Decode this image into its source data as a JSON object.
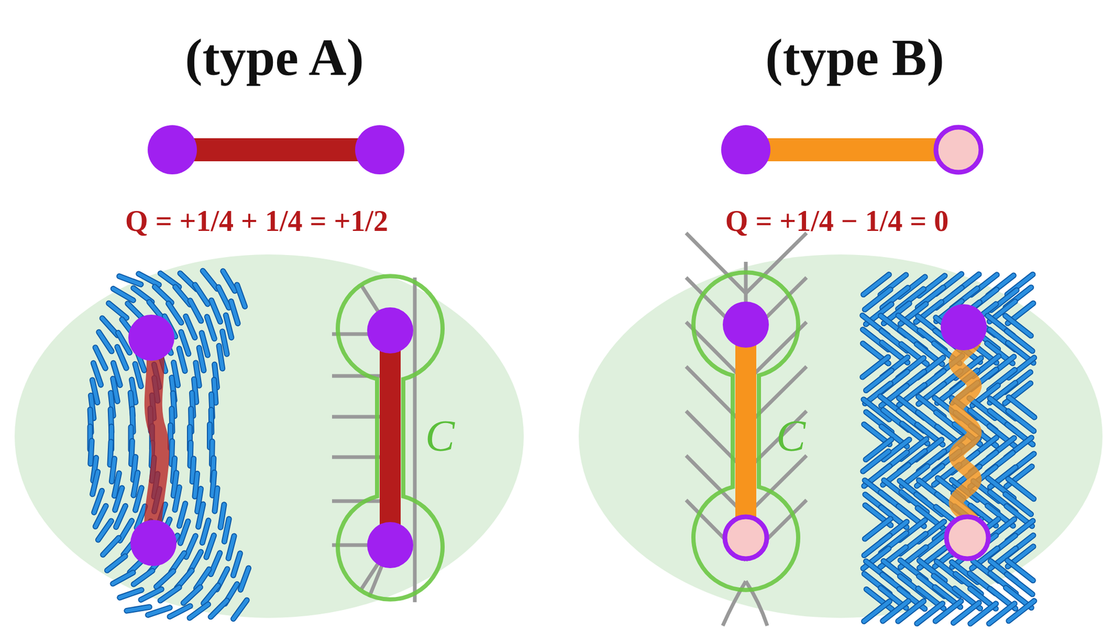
{
  "diagram": {
    "labels": [
      "(type A)",
      "(type B)",
      "Q = +1/4 + 1/4 = +1/2",
      "Q = +1/4 − 1/4 = 0",
      "C",
      "C"
    ]
  }
}
